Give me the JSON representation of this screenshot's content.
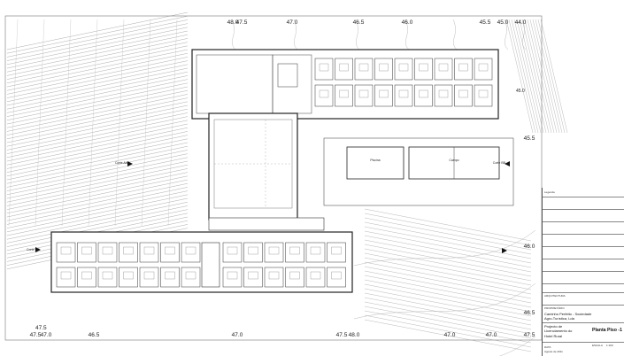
{
  "drawing": {
    "contour_labels": {
      "top": [
        "48.0",
        "47.5",
        "47.0",
        "46.5",
        "46.0",
        "45.5",
        "45.0",
        "44.0"
      ],
      "right": [
        "45.5",
        "46.0",
        "46.5"
      ],
      "bottom": [
        "47.5",
        "47.0",
        "46.5",
        "47.0",
        "47.5",
        "48.0",
        "47.0",
        "47.0",
        "47.5"
      ]
    },
    "right_marker": "45.0",
    "left_bottom_marker": "47.5",
    "rooms": {
      "pool_label": "Piscina",
      "court_label": "Campo",
      "east_label": "Corte BB",
      "west_label": "Corte AA",
      "south_label": "Corte CC"
    }
  },
  "title_block": {
    "legend_label": "Legenda",
    "architect_label": "ARQUITECTURA",
    "owner_label": "PROPRIETÁRIO",
    "owner_name_1": "Caminho Perfeito - Sociedade",
    "owner_name_2": "Agro-Turística, Lda",
    "project_title_1": "Projecto de Licenciamento do",
    "project_title_2": "Hotel Rural",
    "sheet_title": "Planta Piso -1",
    "scale_label": "ESCALA",
    "scale_value": "1:100",
    "date_label": "DATA",
    "date_value": "Agosto de 2011"
  }
}
